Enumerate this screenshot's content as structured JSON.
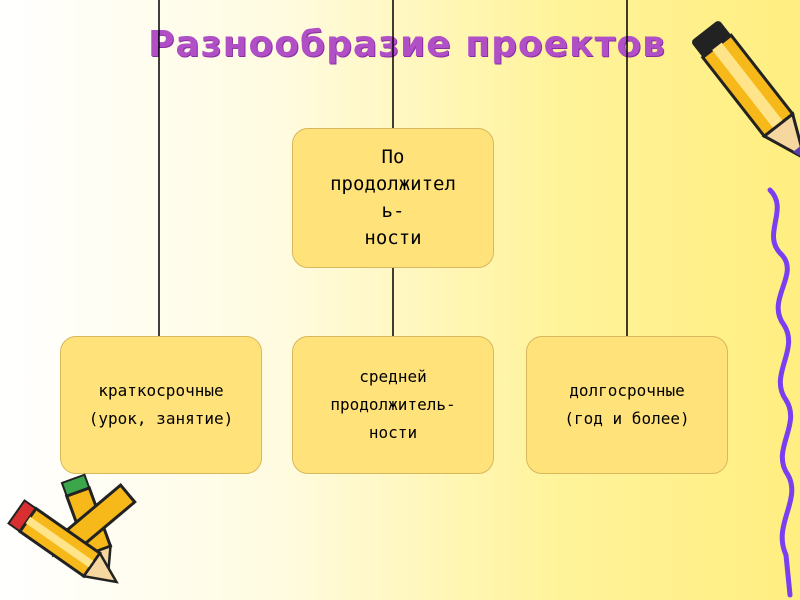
{
  "title": "Разнообразие проектов",
  "top_box": {
    "lines": [
      "По",
      "продолжител",
      "ь-",
      "ности"
    ]
  },
  "bottom_boxes": [
    {
      "lines": [
        "краткосрочные",
        "(урок, занятие)"
      ]
    },
    {
      "lines": [
        "средней",
        "продолжитель-",
        "ности"
      ]
    },
    {
      "lines": [
        "долгосрочные",
        "(год и более)"
      ]
    }
  ],
  "colors": {
    "title": "#b04fc6",
    "box_fill": "#ffe27a",
    "connector": "#000000",
    "squiggle": "#7a3ff0"
  },
  "icons": [
    "pencil-icon",
    "pencil-icon",
    "pencil-icon",
    "squiggle-icon"
  ]
}
